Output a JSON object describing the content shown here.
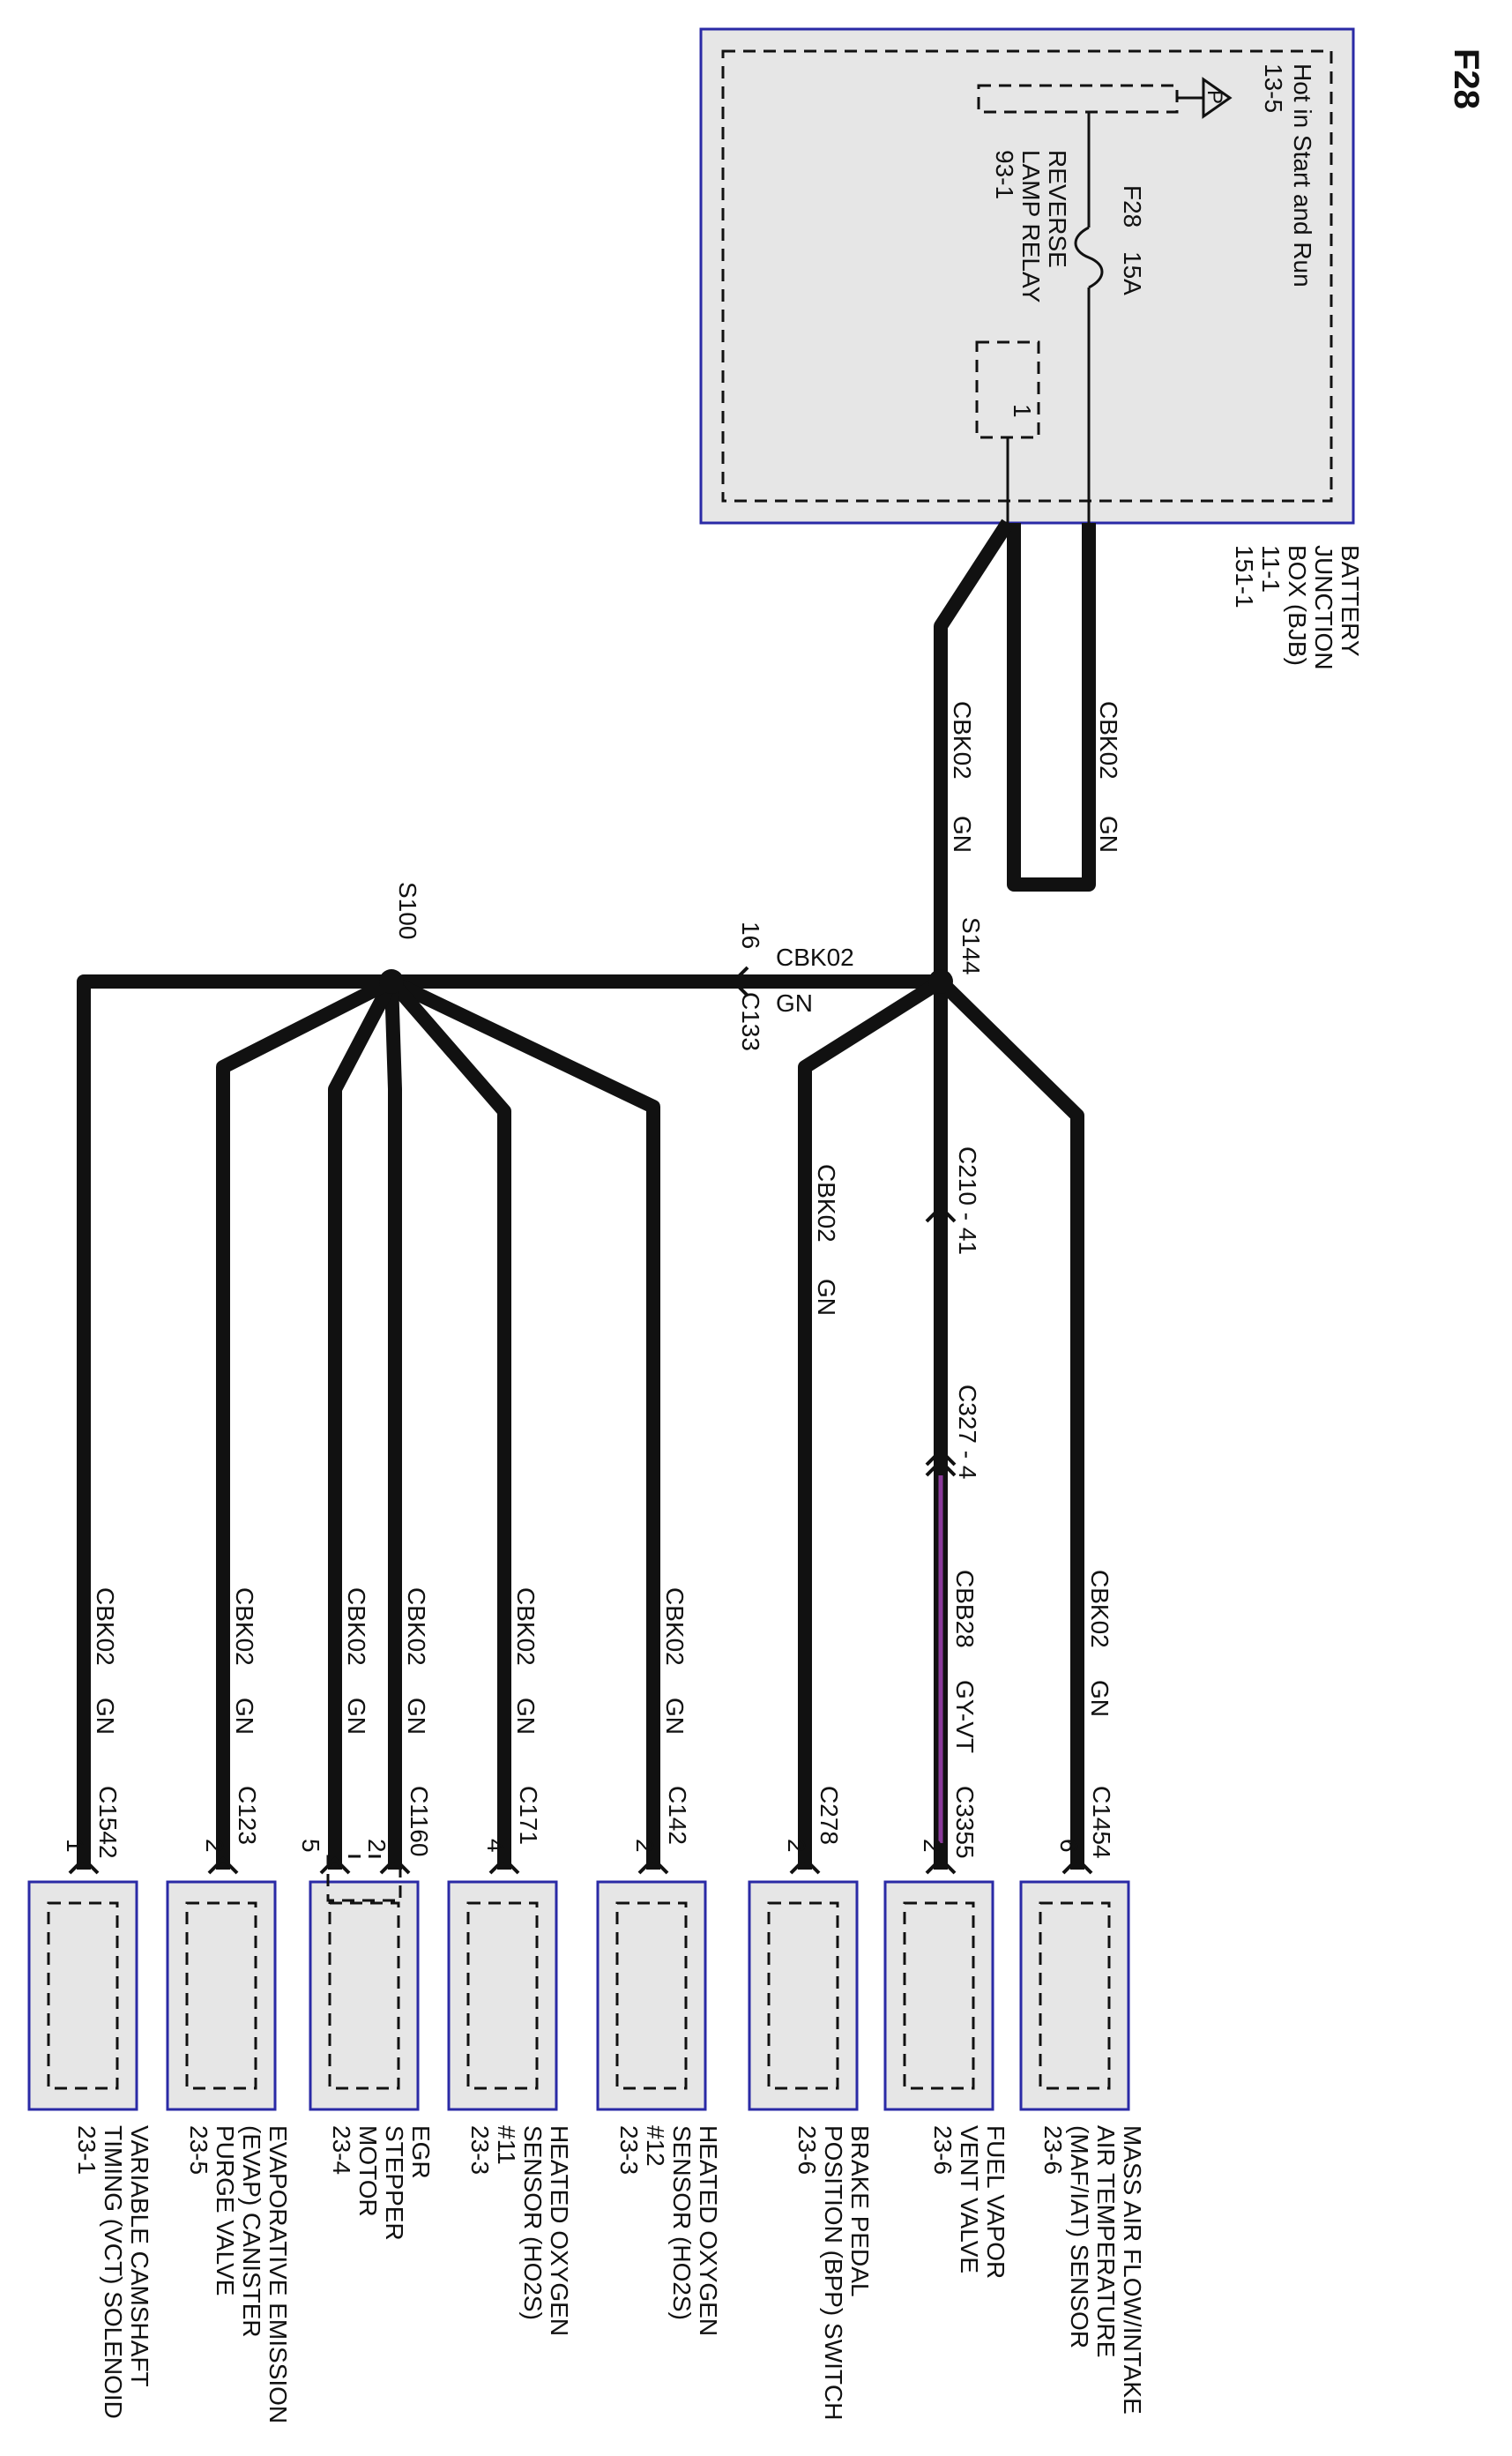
{
  "page": {
    "id": "F28"
  },
  "colors": {
    "wire": "#111111",
    "box_fill": "#e6e6e6",
    "box_border": "#2a2aa6",
    "purple_trace": "#8a3a9a"
  },
  "bjb": {
    "feed_label": "Hot in Start and Run",
    "feed_ref": "13-5",
    "feed_symbol": "P",
    "fuse_id": "F28",
    "fuse_rating": "15A",
    "relay_name_1": "REVERSE",
    "relay_name_2": "LAMP RELAY",
    "relay_ref": "93-1",
    "pin": "1",
    "name_1": "BATTERY",
    "name_2": "JUNCTION",
    "name_3": "BOX (BJB)",
    "ref_1": "11-1",
    "ref_2": "151-1"
  },
  "wires": {
    "bjb_loop_circuit": "CBK02",
    "bjb_loop_color": "GN",
    "bjb_feed_circuit": "CBK02",
    "bjb_feed_color": "GN",
    "trunk_circuit": "CBK02",
    "trunk_color": "GN",
    "brake_circuit": "CBK02",
    "brake_color": "GN",
    "purple_circuit": "CBB28",
    "purple_color": "GY-VT",
    "maf_circuit": "CBK02",
    "maf_color": "GN"
  },
  "splices": {
    "s144": "S144",
    "s100": "S100"
  },
  "inline_connectors": {
    "c133_pin": "16",
    "c133_id": "C133",
    "c210": "C210 - 41",
    "c327": "C327 - 4"
  },
  "components": [
    {
      "circuit": "CBK02",
      "color": "GN",
      "connector": "C1454",
      "pin": "6",
      "name_1": "MASS AIR FLOW/INTAKE",
      "name_2": "AIR TEMPERATURE",
      "name_3": "(MAF/IAT) SENSOR",
      "ref": "23-6"
    },
    {
      "circuit": "",
      "color": "",
      "connector": "C3355",
      "pin": "2",
      "name_1": "FUEL VAPOR",
      "name_2": "VENT VALVE",
      "name_3": "",
      "ref": "23-6"
    },
    {
      "circuit": "",
      "color": "",
      "connector": "C278",
      "pin": "2",
      "name_1": "BRAKE PEDAL",
      "name_2": "POSITION (BPP) SWITCH",
      "name_3": "",
      "ref": "23-6"
    },
    {
      "circuit": "CBK02",
      "color": "GN",
      "connector": "C142",
      "pin": "2",
      "name_1": "HEATED OXYGEN",
      "name_2": "SENSOR (HO2S)",
      "name_3": "#12",
      "ref": "23-3"
    },
    {
      "circuit": "CBK02",
      "color": "GN",
      "connector": "C171",
      "pin": "4",
      "name_1": "HEATED OXYGEN",
      "name_2": "SENSOR (HO2S)",
      "name_3": "#11",
      "ref": "23-3"
    },
    {
      "circuit": "CBK02",
      "color": "GN",
      "connector": "C1160",
      "pin": "2",
      "name_1": "EGR",
      "name_2": "STEPPER",
      "name_3": "MOTOR",
      "ref": "23-4",
      "circuit_b": "CBK02",
      "color_b": "GN",
      "pin_b": "5"
    },
    {
      "circuit": "CBK02",
      "color": "GN",
      "connector": "C123",
      "pin": "2",
      "name_1": "EVAPORATIVE EMISSION",
      "name_2": "(EVAP) CANISTER",
      "name_3": "PURGE VALVE",
      "ref": "23-5"
    },
    {
      "circuit": "CBK02",
      "color": "GN",
      "connector": "C1542",
      "pin": "1",
      "name_1": "VARIABLE CAMSHAFT",
      "name_2": "TIMING (VCT) SOLENOID",
      "name_3": "",
      "ref": "23-1"
    }
  ]
}
